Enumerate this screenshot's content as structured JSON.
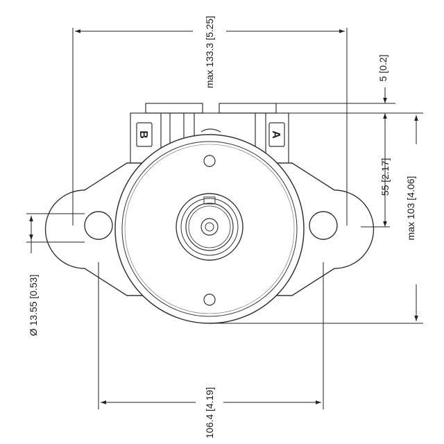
{
  "dimensions": {
    "overall_width": "max 133.3 [5.25]",
    "top_offset": "5 [0.2]",
    "center_height": "55 [2.17]",
    "overall_height": "max 103 [4.06]",
    "hole_diameter": "Ø 13.55 [0.53]",
    "bolt_spacing": "106.4 [4.19]"
  },
  "ports": {
    "left": "B",
    "right": "A"
  }
}
